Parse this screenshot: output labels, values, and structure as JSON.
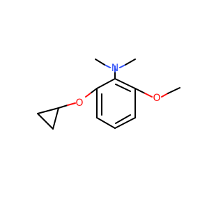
{
  "molecule": {
    "atoms": {
      "nitrogen": {
        "symbol": "N",
        "color": "#3050f8"
      },
      "ether_oxygen_left": {
        "symbol": "O",
        "color": "#ff0d0d"
      },
      "ether_oxygen_right": {
        "symbol": "O",
        "color": "#ff0d0d"
      }
    },
    "bond_color": "#000000"
  }
}
